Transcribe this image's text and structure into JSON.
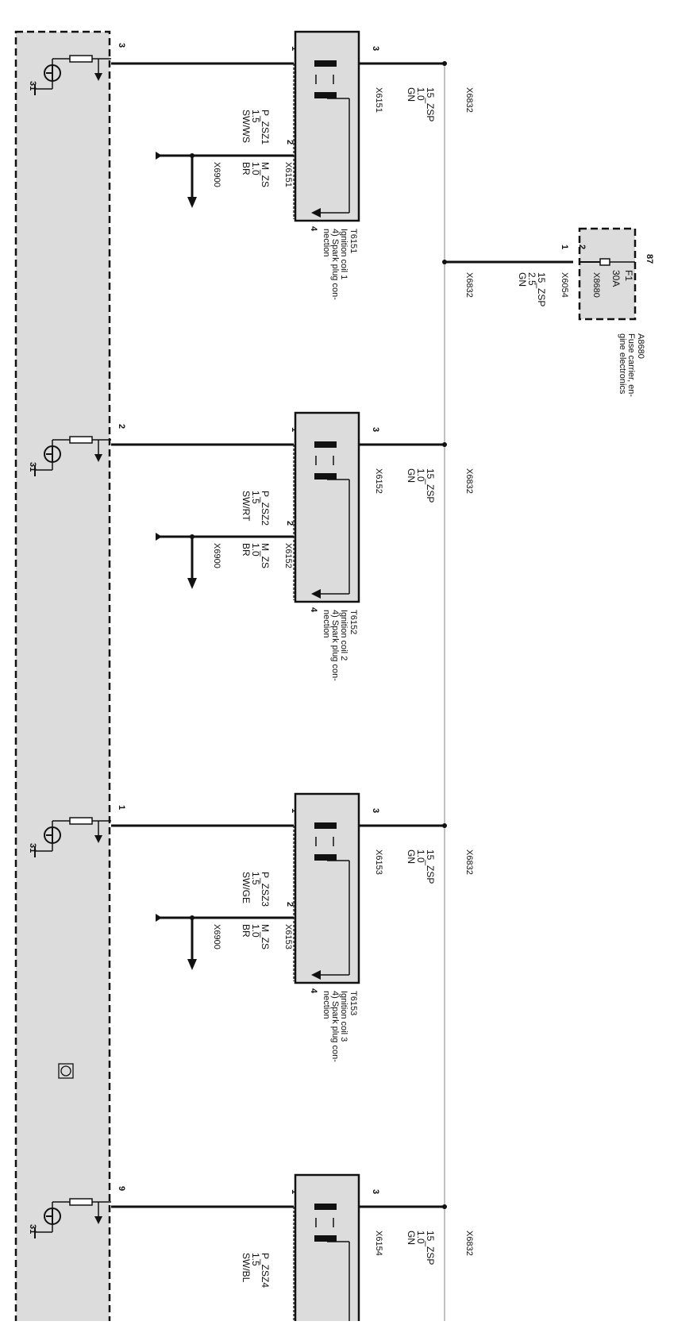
{
  "control_unit": {
    "ground_label": "31"
  },
  "ecu_pins": [
    "3",
    "2",
    "1",
    "9"
  ],
  "fuse_carrier": {
    "id": "A8680",
    "desc": [
      "Fuse carrier, en-",
      "gine electronics"
    ],
    "pin": "87",
    "fuse_name": "F1",
    "fuse_rating": "30A",
    "out_pin": "2",
    "out_connector": "X8680",
    "in_pin": "1",
    "wire": [
      "15_ZSP",
      "2.5",
      "GN"
    ],
    "wire_connector": "X6054",
    "splice": "X6832"
  },
  "coils": [
    {
      "id": "T6151",
      "desc": [
        "Ignition coil 1",
        "4) Spark plug con-",
        "nection"
      ],
      "pin_left": "1",
      "pin_ground": "2",
      "pin_supply": "3",
      "pin_plug": "4",
      "signal_wire": [
        "P_ZSZ1",
        "1.5",
        "SW/WS"
      ],
      "ground_wire": [
        "M_ZS",
        "1.0",
        "BR"
      ],
      "ground_connector": "X6151",
      "ground_ref": "X6900",
      "supply_wire": [
        "15_ZSP",
        "1.0",
        "GN"
      ],
      "supply_connector": "X6151",
      "splice": "X6832"
    },
    {
      "id": "T6152",
      "desc": [
        "Ignition coil 2",
        "4) Spark plug con-",
        "nection"
      ],
      "pin_left": "1",
      "pin_ground": "2",
      "pin_supply": "3",
      "pin_plug": "4",
      "signal_wire": [
        "P_ZSZ2",
        "1.5",
        "SW/RT"
      ],
      "ground_wire": [
        "M_ZS",
        "1.0",
        "BR"
      ],
      "ground_connector": "X6152",
      "ground_ref": "X6900",
      "supply_wire": [
        "15_ZSP",
        "1.0",
        "GN"
      ],
      "supply_connector": "X6152",
      "splice": "X6832"
    },
    {
      "id": "T6153",
      "desc": [
        "Ignition coil 3",
        "4) Spark plug con-",
        "nection"
      ],
      "pin_left": "1",
      "pin_ground": "2",
      "pin_supply": "3",
      "pin_plug": "4",
      "signal_wire": [
        "P_ZSZ3",
        "1.5",
        "SW/GE"
      ],
      "ground_wire": [
        "M_ZS",
        "1.0",
        "BR"
      ],
      "ground_connector": "X6153",
      "ground_ref": "X6900",
      "supply_wire": [
        "15_ZSP",
        "1.0",
        "GN"
      ],
      "supply_connector": "X6153",
      "splice": "X6832"
    },
    {
      "id": "",
      "desc": [],
      "pin_left": "1",
      "pin_ground": "",
      "pin_supply": "3",
      "pin_plug": "",
      "signal_wire": [
        "P_ZSZ4",
        "1.5",
        "SW/BL"
      ],
      "ground_wire": [],
      "ground_connector": "",
      "ground_ref": "",
      "supply_wire": [
        "15_ZSP",
        "1.0",
        "GN"
      ],
      "supply_connector": "X6154",
      "splice": "X6832"
    }
  ],
  "colors": {
    "module_fill": "#dcdcdc",
    "line": "#111111",
    "wire_thin": "#9a9a9a"
  }
}
